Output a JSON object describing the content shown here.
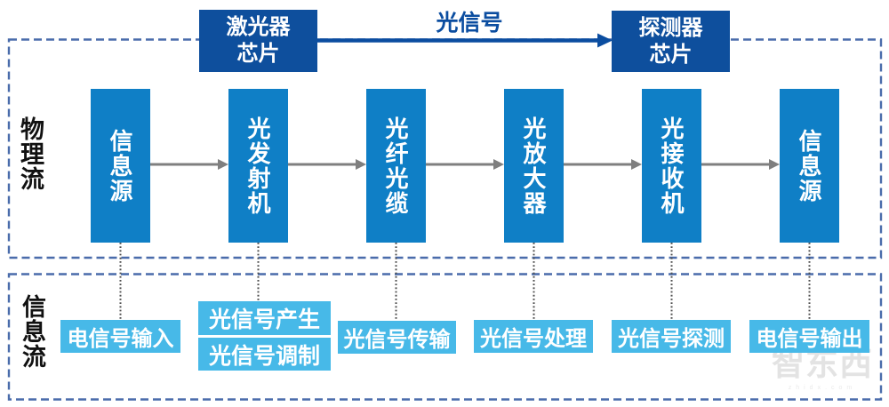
{
  "top": {
    "laser_chip": {
      "line1": "激光器",
      "line2": "芯片"
    },
    "detector_chip": {
      "line1": "探测器",
      "line2": "芯片"
    },
    "signal_label": "光信号"
  },
  "physical_flow": {
    "label": "物理流",
    "nodes": [
      "信息源",
      "光发射机",
      "光纤光缆",
      "光放大器",
      "光接收机",
      "信息源"
    ]
  },
  "info_flow": {
    "label": "信息流",
    "items": [
      "电信号输入",
      "光信号产生",
      "光信号调制",
      "光信号传输",
      "光信号处理",
      "光信号探测",
      "电信号输出"
    ]
  },
  "watermark": {
    "title": "智东西",
    "subtitle": "zhidx.com"
  },
  "colors": {
    "node_blue": "#0f7fc6",
    "chip_navy": "#0e4f9d",
    "signal_navy": "#0b4da0",
    "info_light_blue": "#47b9e8",
    "frame_dashed_blue": "#4a6cab",
    "arrow_gray": "#7f7f7f",
    "connector_dotted_gray": "#4d4d4d",
    "label_black": "#111111"
  }
}
